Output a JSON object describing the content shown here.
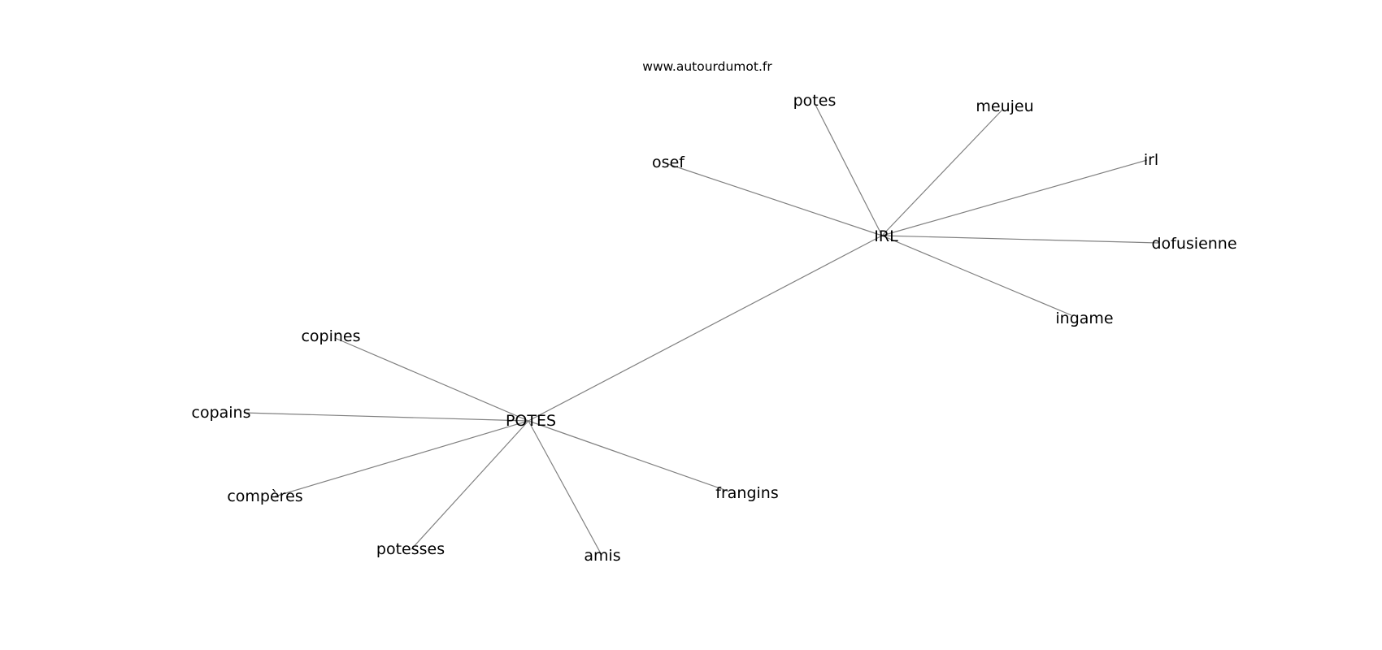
{
  "watermark": "www.autourdumot.fr",
  "graph": {
    "nodes": [
      {
        "id": "IRL",
        "label": "IRL"
      },
      {
        "id": "POTES",
        "label": "POTES"
      },
      {
        "id": "potes",
        "label": "potes"
      },
      {
        "id": "meujeu",
        "label": "meujeu"
      },
      {
        "id": "osef",
        "label": "osef"
      },
      {
        "id": "irl",
        "label": "irl"
      },
      {
        "id": "dofusienne",
        "label": "dofusienne"
      },
      {
        "id": "ingame",
        "label": "ingame"
      },
      {
        "id": "copines",
        "label": "copines"
      },
      {
        "id": "copains",
        "label": "copains"
      },
      {
        "id": "comperes",
        "label": "compères"
      },
      {
        "id": "potesses",
        "label": "potesses"
      },
      {
        "id": "amis",
        "label": "amis"
      },
      {
        "id": "frangins",
        "label": "frangins"
      }
    ],
    "edges": [
      [
        "IRL",
        "POTES"
      ],
      [
        "IRL",
        "potes"
      ],
      [
        "IRL",
        "meujeu"
      ],
      [
        "IRL",
        "osef"
      ],
      [
        "IRL",
        "irl"
      ],
      [
        "IRL",
        "dofusienne"
      ],
      [
        "IRL",
        "ingame"
      ],
      [
        "POTES",
        "copines"
      ],
      [
        "POTES",
        "copains"
      ],
      [
        "POTES",
        "comperes"
      ],
      [
        "POTES",
        "potesses"
      ],
      [
        "POTES",
        "amis"
      ],
      [
        "POTES",
        "frangins"
      ]
    ]
  }
}
